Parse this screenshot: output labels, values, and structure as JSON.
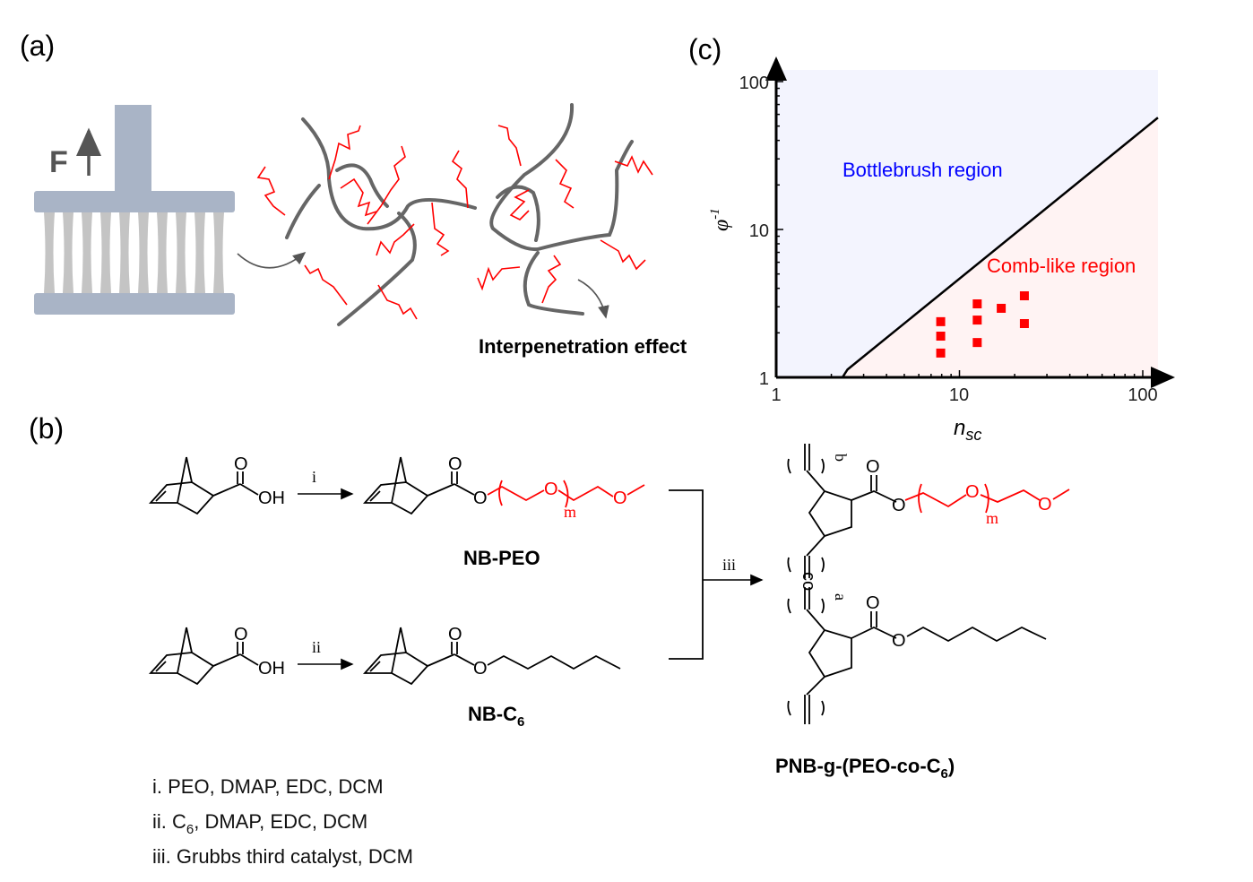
{
  "panels": {
    "a": "(a)",
    "b": "(b)",
    "c": "(c)"
  },
  "panel_a": {
    "force_label": "F",
    "caption": "Interpenetration effect"
  },
  "panel_b": {
    "atoms": {
      "O": "O",
      "OH": "OH",
      "m": "m",
      "a": "a",
      "b": "b",
      "co": "co"
    },
    "steps": {
      "i": "i",
      "ii": "ii",
      "iii": "iii"
    },
    "products": {
      "nb_peo": "NB-PEO",
      "nb_c6_main": "NB-C",
      "nb_c6_sub": "6",
      "polymer_main": "PNB-g-(PEO-co-C",
      "polymer_sub": "6",
      "polymer_end": ")"
    },
    "conditions": [
      {
        "main": "i. PEO, DMAP, EDC, DCM"
      },
      {
        "pre": "ii. C",
        "sub": "6",
        "post": ", DMAP, EDC, DCM"
      },
      {
        "main": "iii. Grubbs third catalyst, DCM"
      }
    ]
  },
  "chart_data": {
    "type": "scatter",
    "xscale": "log",
    "yscale": "log",
    "xlim": [
      1,
      120
    ],
    "ylim": [
      1,
      120
    ],
    "xlabel_main": "n",
    "xlabel_sub": "sc",
    "ylabel_main": "φ",
    "ylabel_sup": "-1",
    "x_ticks": [
      "1",
      "10",
      "100"
    ],
    "y_ticks": [
      "1",
      "10",
      "100"
    ],
    "x_tick_values": [
      1,
      10,
      100
    ],
    "y_tick_values": [
      1,
      10,
      100
    ],
    "regions": [
      {
        "name": "Bottlebrush region",
        "color": "#0000ff",
        "fill": "#f3f4fe"
      },
      {
        "name": "Comb-like region",
        "color": "#ff0000",
        "fill": "#fff3f3"
      }
    ],
    "boundary": {
      "x": [
        2.3,
        2.45,
        121
      ],
      "y": [
        1.0,
        1.13,
        57
      ]
    },
    "points": {
      "color": "#ff0000",
      "x": [
        7.9,
        7.9,
        7.9,
        12.5,
        12.5,
        12.5,
        16.9,
        22.6,
        22.6
      ],
      "y": [
        2.38,
        1.9,
        1.46,
        3.14,
        2.44,
        1.72,
        2.93,
        3.56,
        2.31
      ]
    },
    "grid": false
  }
}
